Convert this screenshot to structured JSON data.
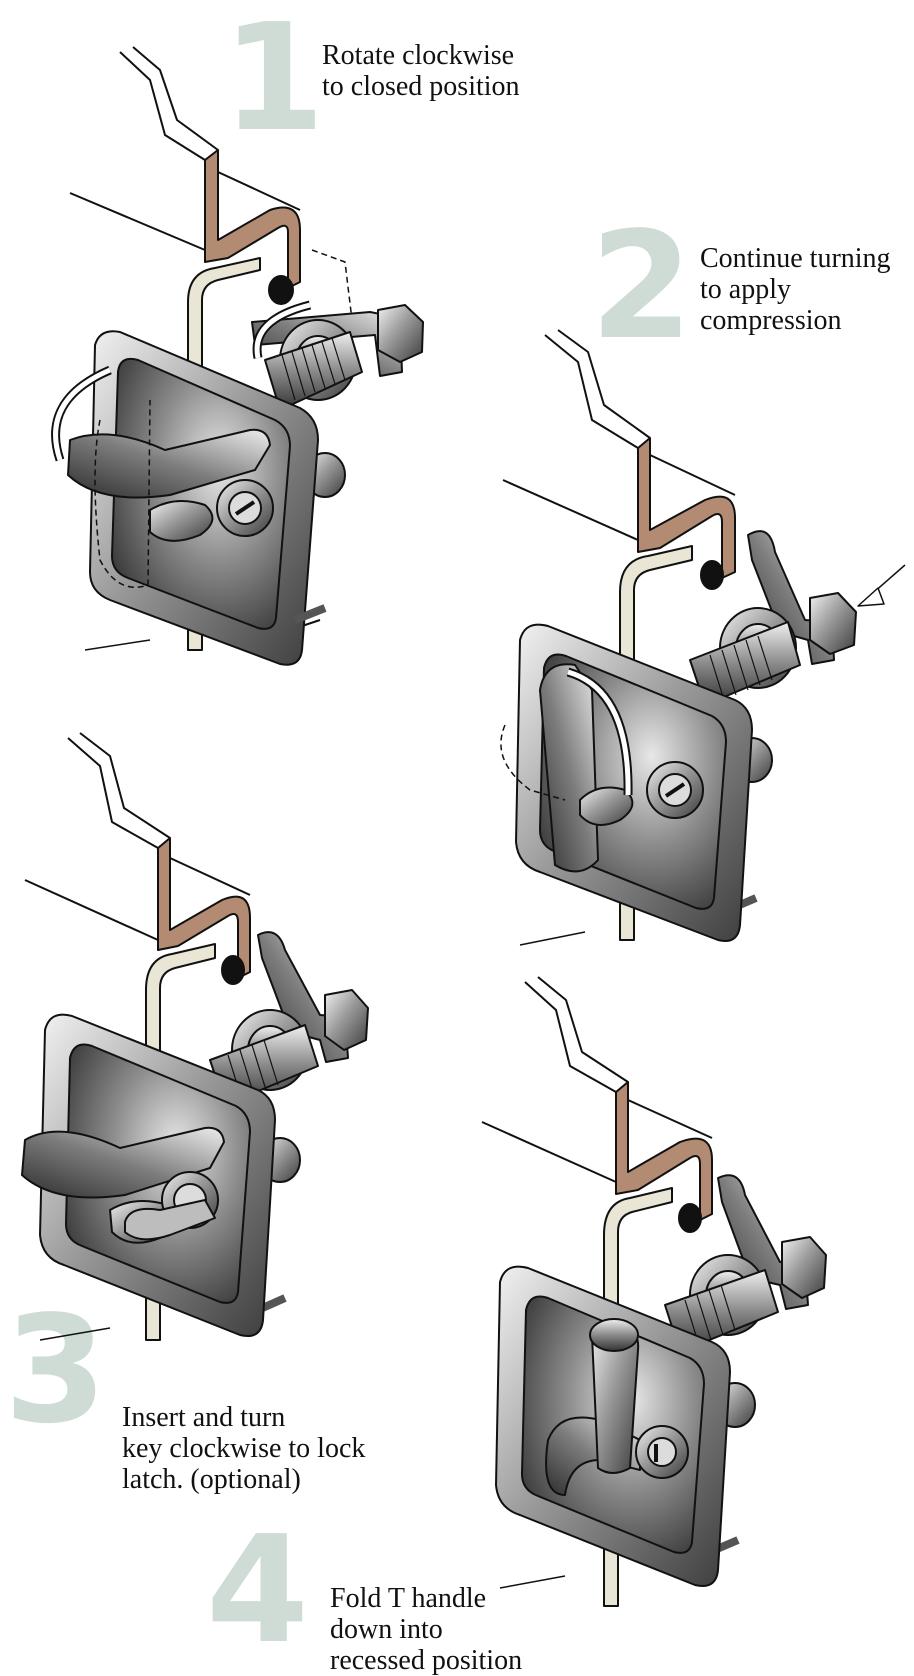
{
  "steps": [
    {
      "number": "1",
      "text": "Rotate clockwise\nto closed position"
    },
    {
      "number": "2",
      "text": "Continue turning\nto apply\ncompression"
    },
    {
      "number": "3",
      "text": "Insert and turn\nkey clockwise to lock\nlatch. (optional)"
    },
    {
      "number": "4",
      "text": "Fold T handle\ndown into\nrecessed position"
    }
  ],
  "colors": {
    "step_number": "#cfdcd6",
    "frame_panel": "#b38a72",
    "striker": "#e9e6d6",
    "metal_light": "#e6e6e6",
    "metal_dark": "#4a4a4a"
  }
}
